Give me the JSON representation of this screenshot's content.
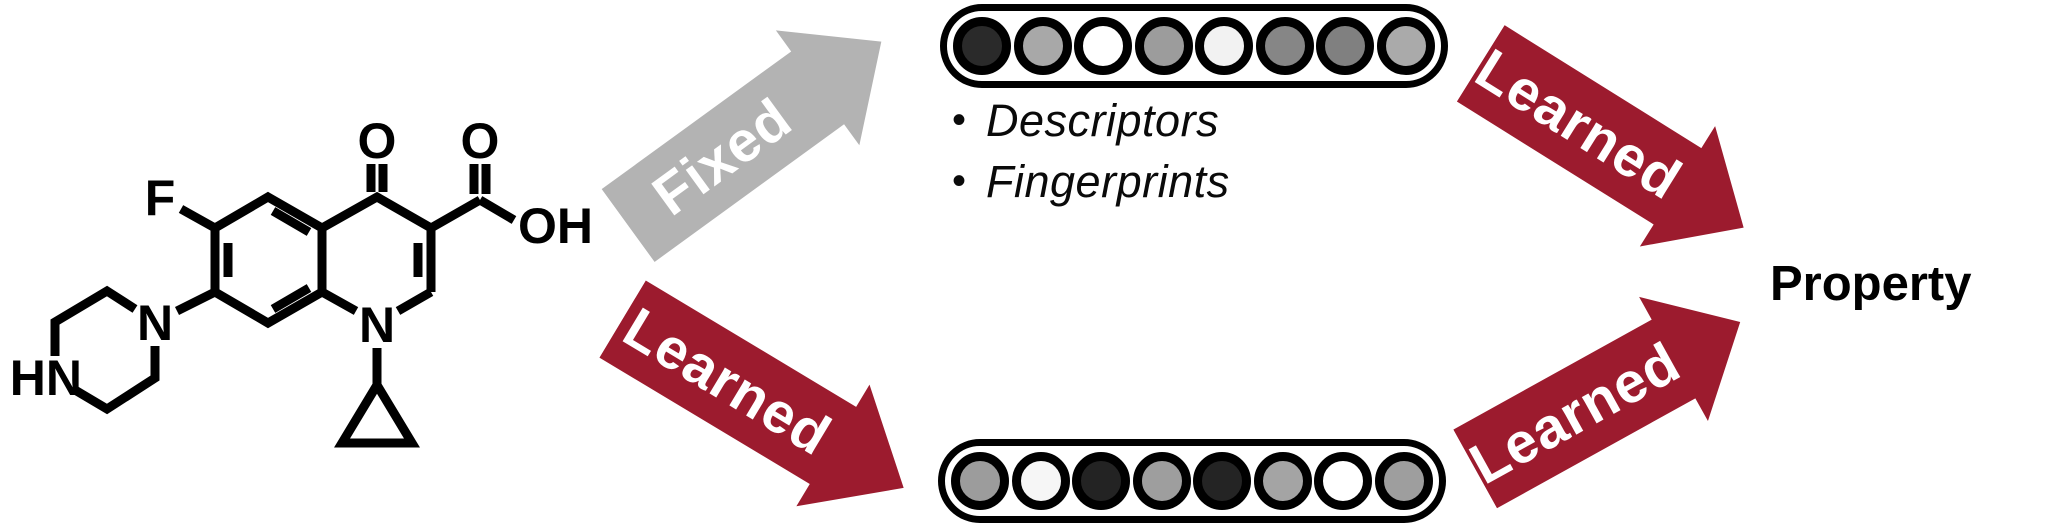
{
  "figure": {
    "background": "#ffffff",
    "black": "#000000"
  },
  "molecule": {
    "color": "#000000",
    "atom_labels": {
      "fluorine": "F",
      "ketone_oxygen": "O",
      "carboxyl_oxygen": "O",
      "hydroxyl": "OH",
      "ring_nitrogen": "N",
      "piperazine_nitrogen": "N",
      "piperazine_nh": "HN"
    }
  },
  "arrows": {
    "fixed": {
      "label": "Fixed",
      "color": "#b3b3b3",
      "text_color": "#ffffff"
    },
    "learned_encoder": {
      "label": "Learned",
      "color": "#9c1b2e",
      "text_color": "#ffffff"
    },
    "learned_top": {
      "label": "Learned",
      "color": "#9c1b2e",
      "text_color": "#ffffff"
    },
    "learned_bottom": {
      "label": "Learned",
      "color": "#9c1b2e",
      "text_color": "#ffffff"
    }
  },
  "vectors": {
    "outline": "#000000",
    "top": {
      "cells": [
        "#2a2a2a",
        "#a8a8a8",
        "#ffffff",
        "#9c9c9c",
        "#f2f2f2",
        "#868686",
        "#808080",
        "#aaaaaa"
      ]
    },
    "bottom": {
      "cells": [
        "#9c9c9c",
        "#f6f6f6",
        "#232323",
        "#9e9e9e",
        "#242424",
        "#a4a4a4",
        "#ffffff",
        "#9e9e9e"
      ]
    }
  },
  "features": {
    "bullet": "•",
    "items": [
      "Descriptors",
      "Fingerprints"
    ]
  },
  "output": {
    "label": "Property",
    "color": "#000000"
  }
}
